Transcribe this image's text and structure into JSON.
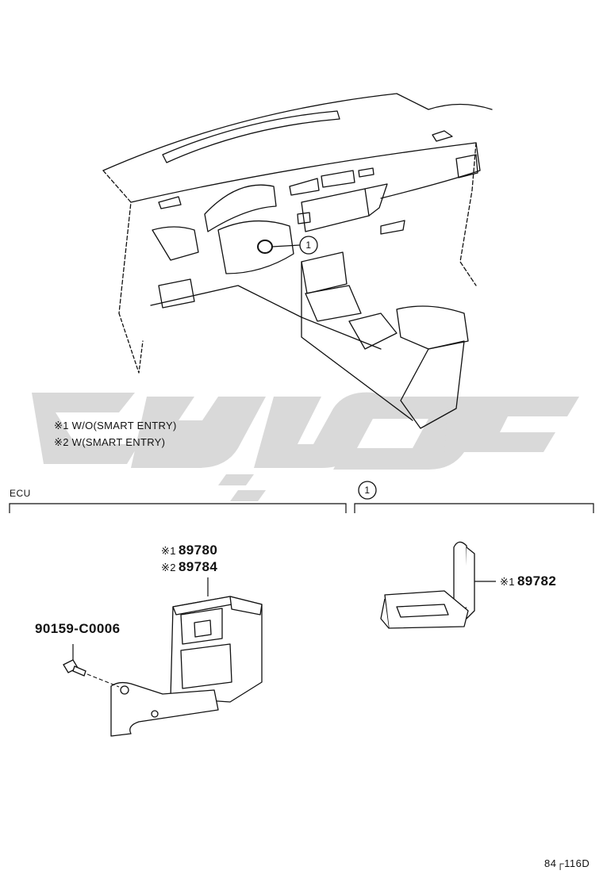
{
  "notes": [
    {
      "mark": "※1",
      "text": "W/O(SMART ENTRY)"
    },
    {
      "mark": "※2",
      "text": "W(SMART ENTRY)"
    }
  ],
  "sections": {
    "ecu": {
      "label": "ECU"
    },
    "item1": {
      "callout": "1"
    }
  },
  "overview_callout": "1",
  "parts": [
    {
      "mark": "※1",
      "number": "89780"
    },
    {
      "mark": "※2",
      "number": "89784"
    },
    {
      "mark": "",
      "number": "90159-C0006"
    },
    {
      "mark": "※1",
      "number": "89782"
    }
  ],
  "figure_id": "84┌116D",
  "colors": {
    "line": "#111111",
    "watermark": "#d9d9d9"
  }
}
